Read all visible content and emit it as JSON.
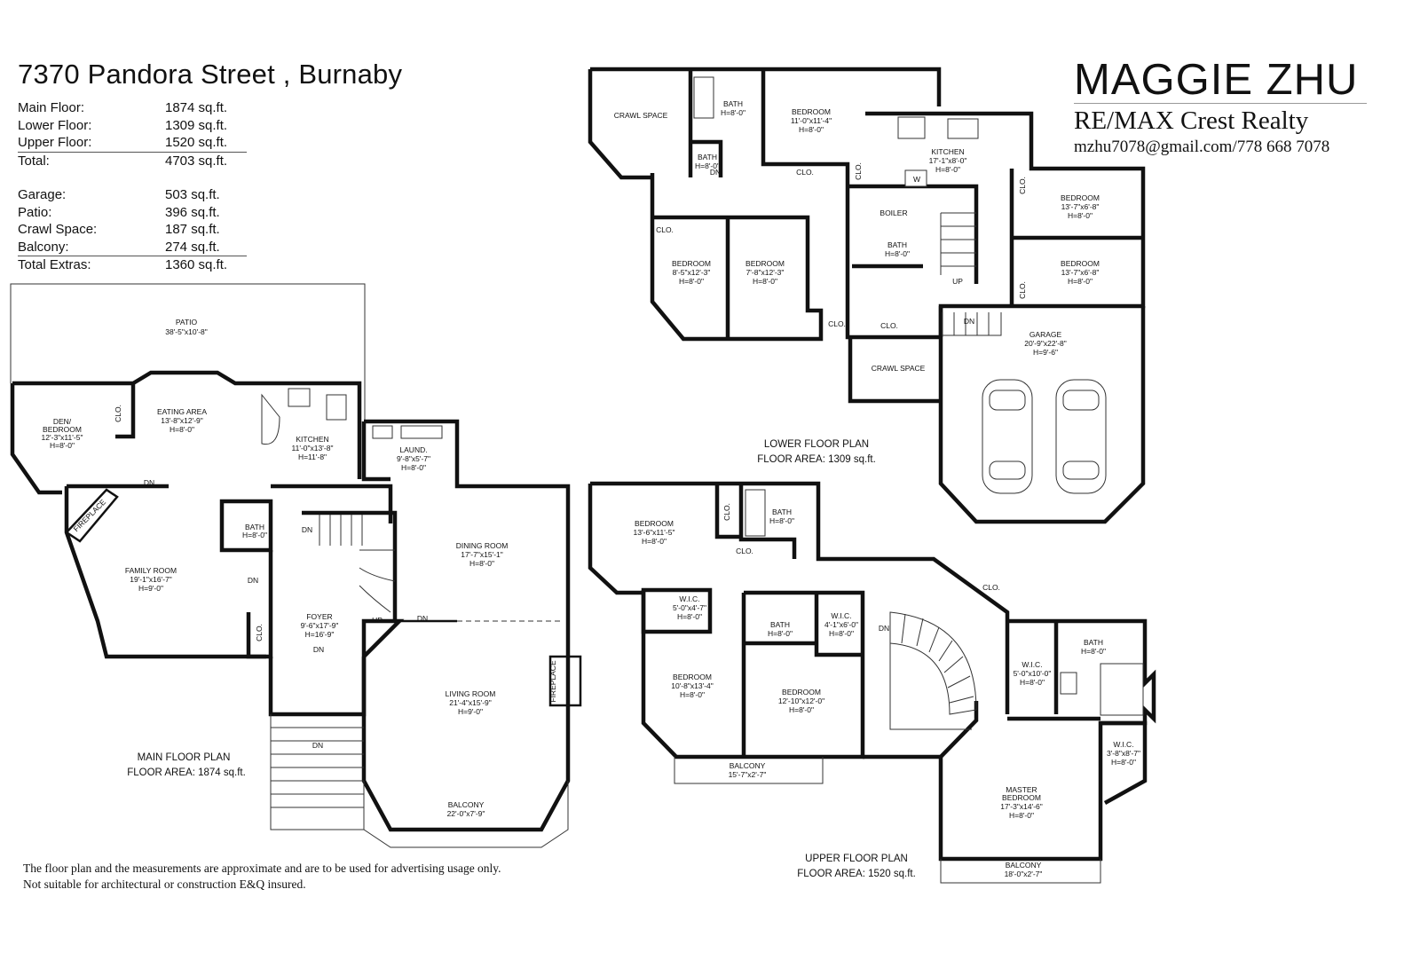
{
  "header": {
    "address": "7370 Pandora Street , Burnaby",
    "areas": [
      {
        "label": "Main Floor:",
        "value": "1874 sq.ft."
      },
      {
        "label": "Lower Floor:",
        "value": "1309 sq.ft."
      },
      {
        "label": "Upper Floor:",
        "value": "1520 sq.ft."
      },
      {
        "label": "Total:",
        "value": "4703 sq.ft."
      }
    ],
    "extras": [
      {
        "label": "Garage:",
        "value": "503 sq.ft."
      },
      {
        "label": "Patio:",
        "value": "396 sq.ft."
      },
      {
        "label": "Crawl Space:",
        "value": "187 sq.ft."
      },
      {
        "label": "Balcony:",
        "value": "274 sq.ft."
      },
      {
        "label": "Total Extras:",
        "value": "1360 sq.ft."
      }
    ]
  },
  "agent": {
    "name": "MAGGIE ZHU",
    "company": "RE/MAX Crest Realty",
    "contact": "mzhu7078@gmail.com/778 668 7078"
  },
  "disclaimer": {
    "line1": "The floor plan and the measurements are approximate and are to be used for advertising usage only.",
    "line2": "Not suitable for architectural or construction E&Q insured."
  },
  "plans": {
    "main": {
      "name": "MAIN FLOOR PLAN",
      "area": "FLOOR AREA: 1874 sq.ft."
    },
    "lower": {
      "name": "LOWER FLOOR PLAN",
      "area": "FLOOR AREA: 1309 sq.ft."
    },
    "upper": {
      "name": "UPPER FLOOR PLAN",
      "area": "FLOOR AREA: 1520 sq.ft."
    }
  },
  "rooms": {
    "patio": {
      "name": "PATIO",
      "dim": "38'-5\"x10'-8\""
    },
    "den": {
      "name": "DEN/",
      "name2": "BEDROOM",
      "dim": "12'-3\"x11'-5\"",
      "h": "H=8'-0\""
    },
    "eating": {
      "name": "EATING AREA",
      "dim": "13'-8\"x12'-9\"",
      "h": "H=8'-0\""
    },
    "main_kitchen": {
      "name": "KITCHEN",
      "dim": "11'-0\"x13'-8\"",
      "h": "H=11'-8\""
    },
    "laund": {
      "name": "LAUND.",
      "dim": "9'-8\"x5'-7\"",
      "h": "H=8'-0\""
    },
    "family": {
      "name": "FAMILY ROOM",
      "dim": "19'-1\"x16'-7\"",
      "h": "H=9'-0\""
    },
    "main_bath": {
      "name": "BATH",
      "h": "H=8'-0\""
    },
    "foyer": {
      "name": "FOYER",
      "dim": "9'-6\"x17'-9\"",
      "h": "H=16'-9\""
    },
    "dining": {
      "name": "DINING ROOM",
      "dim": "17'-7\"x15'-1\"",
      "h": "H=8'-0\""
    },
    "living": {
      "name": "LIVING ROOM",
      "dim": "21'-4\"x15'-9\"",
      "h": "H=9'-0\""
    },
    "main_balcony": {
      "name": "BALCONY",
      "dim": "22'-0\"x7'-9\""
    },
    "lower_crawl1": {
      "name": "CRAWL SPACE"
    },
    "lower_bath1": {
      "name": "BATH",
      "h": "H=8'-0\""
    },
    "lower_bath2": {
      "name": "BATH",
      "h": "H=8'-0\""
    },
    "lower_bed_top": {
      "name": "BEDROOM",
      "dim": "11'-0\"x11'-4\"",
      "h": "H=8'-0\""
    },
    "lower_kitchen": {
      "name": "KITCHEN",
      "dim": "17'-1\"x8'-0\"",
      "h": "H=8'-0\""
    },
    "lower_bed_r1": {
      "name": "BEDROOM",
      "dim": "13'-7\"x6'-8\"",
      "h": "H=8'-0\""
    },
    "lower_bed_r2": {
      "name": "BEDROOM",
      "dim": "13'-7\"x6'-8\"",
      "h": "H=8'-0\""
    },
    "boiler": {
      "name": "BOILER"
    },
    "lower_bath3": {
      "name": "BATH",
      "h": "H=8'-0\""
    },
    "lower_bed_l1": {
      "name": "BEDROOM",
      "dim": "8'-5\"x12'-3\"",
      "h": "H=8'-0\""
    },
    "lower_bed_l2": {
      "name": "BEDROOM",
      "dim": "7'-8\"x12'-3\"",
      "h": "H=8'-0\""
    },
    "garage": {
      "name": "GARAGE",
      "dim": "20'-9\"x22'-8\"",
      "h": "H=9'-6\""
    },
    "lower_crawl2": {
      "name": "CRAWL SPACE"
    },
    "upper_bed1": {
      "name": "BEDROOM",
      "dim": "13'-6\"x11'-5\"",
      "h": "H=8'-0\""
    },
    "upper_bath1": {
      "name": "BATH",
      "h": "H=8'-0\""
    },
    "upper_wic1": {
      "name": "W.I.C.",
      "dim": "5'-0\"x4'-7\"",
      "h": "H=8'-0\""
    },
    "upper_bath2": {
      "name": "BATH",
      "h": "H=8'-0\""
    },
    "upper_wic2": {
      "name": "W.I.C.",
      "dim": "4'-1\"x6'-0\"",
      "h": "H=8'-0\""
    },
    "upper_bed2": {
      "name": "BEDROOM",
      "dim": "10'-8\"x13'-4\"",
      "h": "H=8'-0\""
    },
    "upper_bed3": {
      "name": "BEDROOM",
      "dim": "12'-10\"x12'-0\"",
      "h": "H=8'-0\""
    },
    "upper_balcony1": {
      "name": "BALCONY",
      "dim": "15'-7\"x2'-7\""
    },
    "upper_wic3": {
      "name": "W.I.C.",
      "dim": "5'-0\"x10'-0\"",
      "h": "H=8'-0\""
    },
    "upper_bath3": {
      "name": "BATH",
      "h": "H=8'-0\""
    },
    "upper_wic4": {
      "name": "W.I.C.",
      "dim": "3'-8\"x8'-7\"",
      "h": "H=8'-0\""
    },
    "master": {
      "name": "MASTER",
      "name2": "BEDROOM",
      "dim": "17'-3\"x14'-6\"",
      "h": "H=8'-0\""
    },
    "upper_balcony2": {
      "name": "BALCONY",
      "dim": "18'-0\"x2'-7\""
    }
  },
  "marks": {
    "clo": "CLO.",
    "dn": "DN",
    "up": "UP",
    "w": "W",
    "fireplace": "FIREPLACE"
  }
}
